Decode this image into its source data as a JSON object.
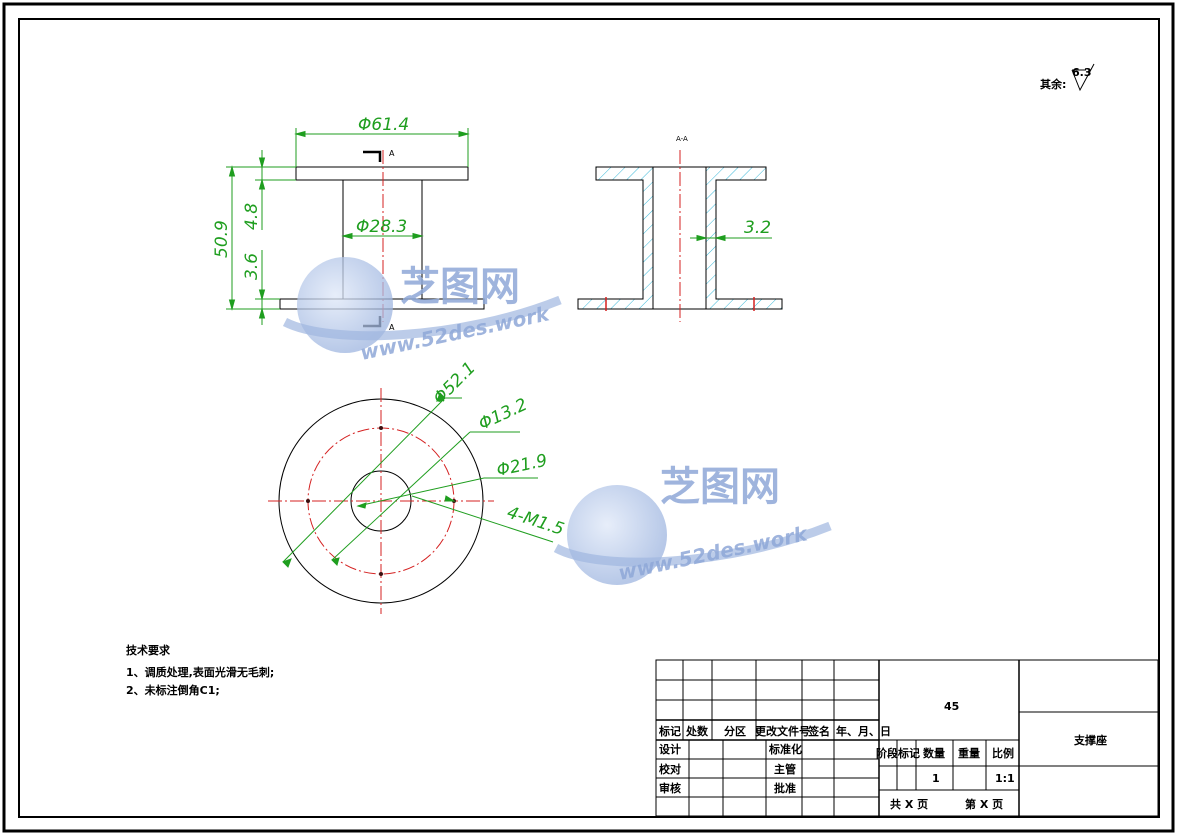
{
  "dimensions": {
    "d_outer_flange": "Φ61.4",
    "d_hub": "Φ28.3",
    "height_total": "50.9",
    "flange_top_thk": "4.8",
    "flange_bottom_thk": "3.6",
    "wall_thk": "3.2",
    "d_bolt_circle_outer": "Φ52.1",
    "d_132": "Φ13.2",
    "d_inner": "Φ21.9",
    "holes": "4-M1.5"
  },
  "section": {
    "mark_a_top": "A",
    "mark_a_bottom": "A",
    "view_label": "A-A"
  },
  "surface": {
    "label": "其余:",
    "value": "6.3"
  },
  "tech_requirements": {
    "heading": "技术要求",
    "items": [
      "1、调质处理,表面光滑无毛刺;",
      "2、未标注倒角C1;"
    ]
  },
  "title_block": {
    "rev_headers": [
      "标记",
      "处数",
      "分区",
      "更改文件号",
      "签名",
      "年、月、日"
    ],
    "design": "设计",
    "standardize": "标准化",
    "check": "校对",
    "chief": "主管",
    "review": "审核",
    "approve": "批准",
    "material": "45",
    "part_name": "支撑座",
    "stage_headers": [
      "阶段标记",
      "数量",
      "重量",
      "比例"
    ],
    "quantity": "1",
    "scale": "1:1",
    "total_sheets": "共  X  页",
    "sheet_no": "第  X  页"
  },
  "watermark": {
    "brand": "芝图网",
    "url": "www.52des.work"
  },
  "colors": {
    "frame": "#000000",
    "dimension": "#1f9e1f",
    "centerline": "#d42020",
    "hatch": "#3ab8d8",
    "watermark": "#8fa8d8"
  }
}
